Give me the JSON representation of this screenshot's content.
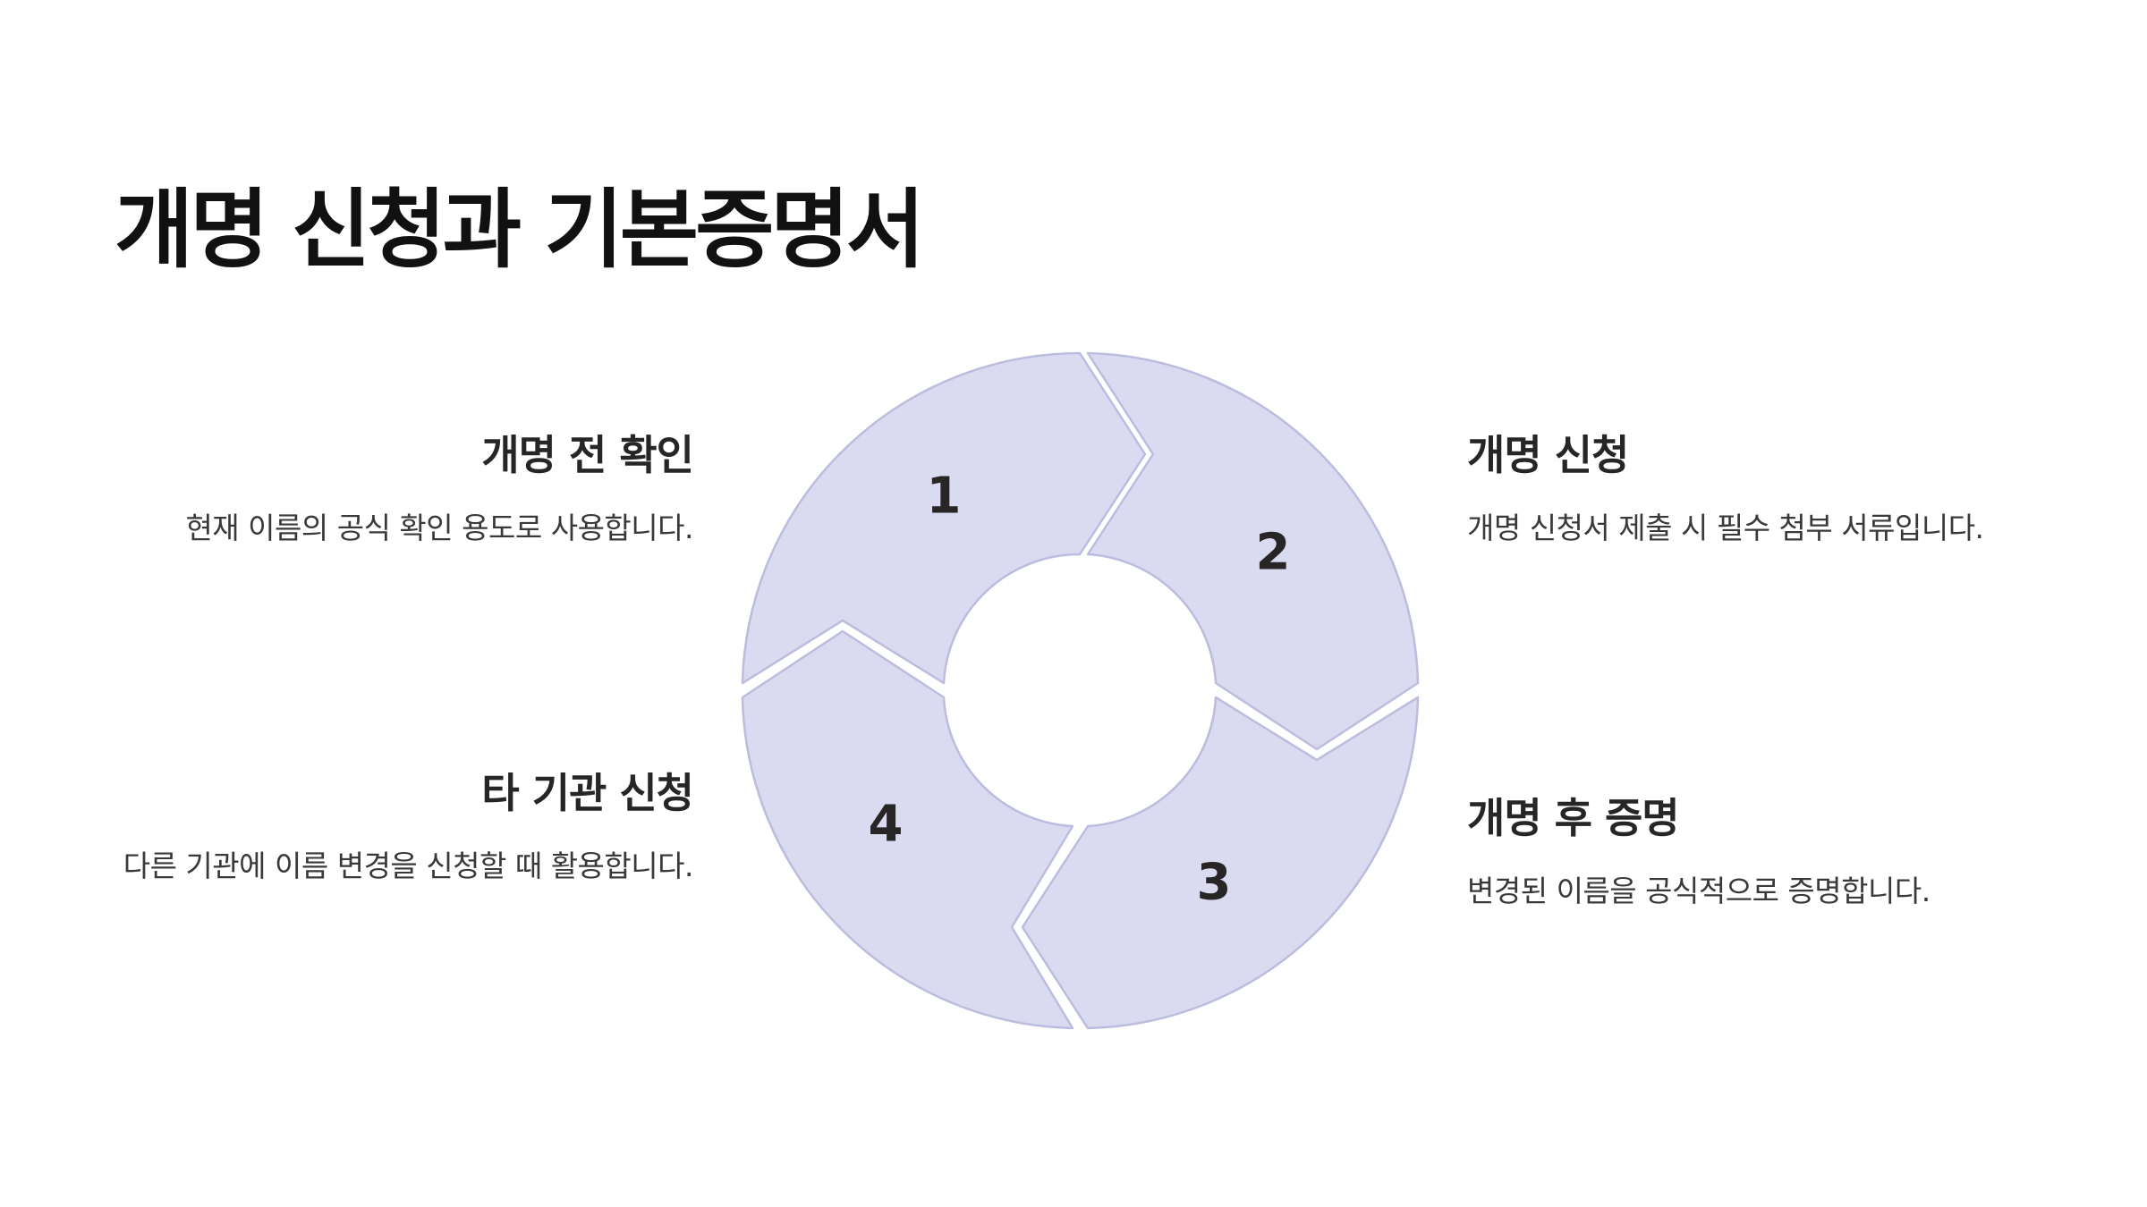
{
  "title": "개명 신청과 기본증명서",
  "colors": {
    "segment_fill": "#dadaf0",
    "segment_stroke": "#bcbcde",
    "text": "#272525",
    "background": "#ffffff"
  },
  "segments": [
    {
      "number": "1"
    },
    {
      "number": "2"
    },
    {
      "number": "3"
    },
    {
      "number": "4"
    }
  ],
  "steps": {
    "step1": {
      "heading": "개명 전 확인",
      "description": "현재 이름의 공식 확인 용도로 사용합니다."
    },
    "step2": {
      "heading": "개명 신청",
      "description": "개명 신청서 제출 시 필수 첨부 서류입니다."
    },
    "step3": {
      "heading": "개명 후 증명",
      "description": "변경된 이름을 공식적으로 증명합니다."
    },
    "step4": {
      "heading": "타 기관 신청",
      "description": "다른 기관에 이름 변경을 신청할 때 활용합니다."
    }
  }
}
